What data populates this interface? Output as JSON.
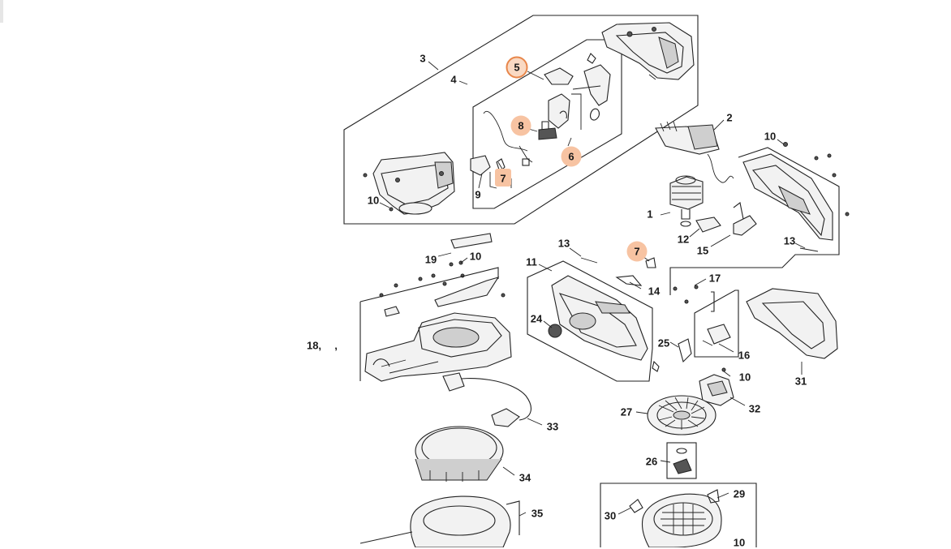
{
  "diagram": {
    "highlight_color": "#f7c3a2",
    "selected_outline_color": "#e8864a",
    "parts": [
      {
        "id": "p1",
        "label": "1",
        "highlighted": false
      },
      {
        "id": "p2",
        "label": "2",
        "highlighted": false
      },
      {
        "id": "p3",
        "label": "3",
        "highlighted": false
      },
      {
        "id": "p4",
        "label": "4",
        "highlighted": false
      },
      {
        "id": "p5",
        "label": "5",
        "highlighted": true,
        "selected": true
      },
      {
        "id": "p6",
        "label": "6",
        "highlighted": true
      },
      {
        "id": "p7a",
        "label": "7",
        "highlighted": true
      },
      {
        "id": "p7b",
        "label": "7",
        "highlighted": true
      },
      {
        "id": "p8",
        "label": "8",
        "highlighted": true
      },
      {
        "id": "p9",
        "label": "9",
        "highlighted": false
      },
      {
        "id": "p10a",
        "label": "10",
        "highlighted": false
      },
      {
        "id": "p10b",
        "label": "10",
        "highlighted": false
      },
      {
        "id": "p10c",
        "label": "10",
        "highlighted": false
      },
      {
        "id": "p10d",
        "label": "10",
        "highlighted": false
      },
      {
        "id": "p10e",
        "label": "10",
        "highlighted": false
      },
      {
        "id": "p11",
        "label": "11",
        "highlighted": false
      },
      {
        "id": "p12",
        "label": "12",
        "highlighted": false
      },
      {
        "id": "p13a",
        "label": "13",
        "highlighted": false
      },
      {
        "id": "p13b",
        "label": "13",
        "highlighted": false
      },
      {
        "id": "p14",
        "label": "14",
        "highlighted": false
      },
      {
        "id": "p15",
        "label": "15",
        "highlighted": false
      },
      {
        "id": "p16",
        "label": "16",
        "highlighted": false
      },
      {
        "id": "p17",
        "label": "17",
        "highlighted": false
      },
      {
        "id": "p18",
        "label": "18,",
        "highlighted": false
      },
      {
        "id": "p18b",
        "label": ",",
        "highlighted": false
      },
      {
        "id": "p19",
        "label": "19",
        "highlighted": false
      },
      {
        "id": "p24",
        "label": "24",
        "highlighted": false
      },
      {
        "id": "p25",
        "label": "25",
        "highlighted": false
      },
      {
        "id": "p26",
        "label": "26",
        "highlighted": false
      },
      {
        "id": "p27",
        "label": "27",
        "highlighted": false
      },
      {
        "id": "p29",
        "label": "29",
        "highlighted": false
      },
      {
        "id": "p30",
        "label": "30",
        "highlighted": false
      },
      {
        "id": "p31",
        "label": "31",
        "highlighted": false
      },
      {
        "id": "p32",
        "label": "32",
        "highlighted": false
      },
      {
        "id": "p33",
        "label": "33",
        "highlighted": false
      },
      {
        "id": "p34",
        "label": "34",
        "highlighted": false
      },
      {
        "id": "p35",
        "label": "35",
        "highlighted": false
      }
    ]
  }
}
